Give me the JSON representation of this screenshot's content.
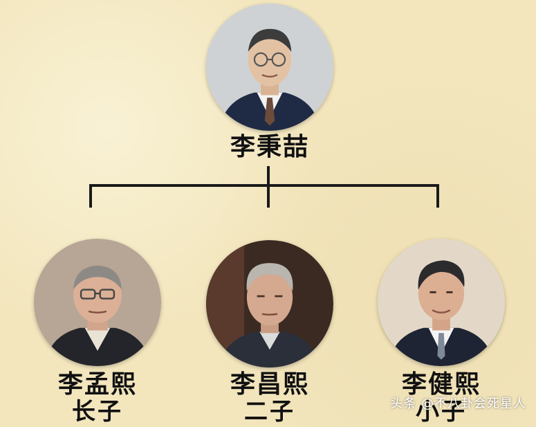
{
  "root": {
    "name": "李秉喆"
  },
  "children": [
    {
      "name": "李孟熙",
      "role": "长子"
    },
    {
      "name": "李昌熙",
      "role": "二子"
    },
    {
      "name": "李健熙",
      "role": "小子"
    }
  ],
  "watermark": "头条 @不八卦会死星人",
  "colors": {
    "background": "#f3e6bd",
    "connector": "#1a1a1a",
    "text": "#111111"
  }
}
